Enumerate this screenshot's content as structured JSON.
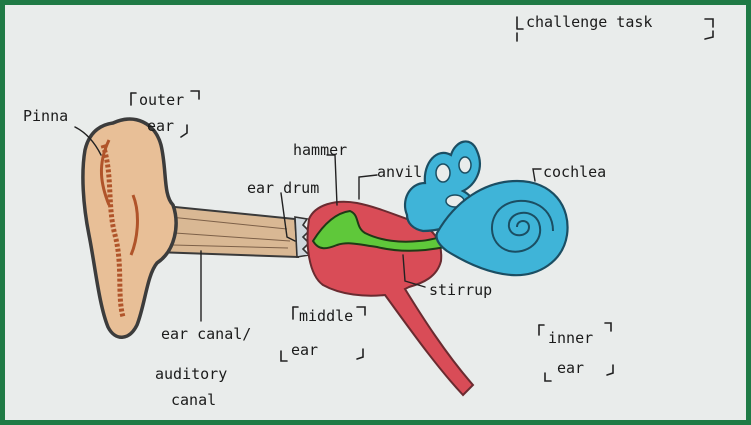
{
  "header": {
    "title": "challenge task"
  },
  "labels": {
    "pinna": "Pinna",
    "outer_ear_line1": "outer",
    "outer_ear_line2": "ear",
    "hammer": "hammer",
    "anvil": "anvil",
    "ear_drum": "ear drum",
    "cochlea": "cochlea",
    "stirrup": "stirrup",
    "ear_canal_line1": "ear canal/",
    "ear_canal_line2": "auditory",
    "ear_canal_line3": "canal",
    "middle_ear_line1": "middle",
    "middle_ear_line2": "ear",
    "inner_ear_line1": "inner",
    "inner_ear_line2": "ear"
  },
  "colors": {
    "frame_border": "#1f7a45",
    "paper": "#e9eceb",
    "outer_ear_skin": "#e8bf97",
    "outer_ear_detail": "#b0542a",
    "canal": "#d9b894",
    "middle_ear": "#d94c57",
    "ossicle_green": "#5fc83a",
    "inner_ear_blue": "#3fb4d8",
    "ink": "#1b1b1b"
  }
}
